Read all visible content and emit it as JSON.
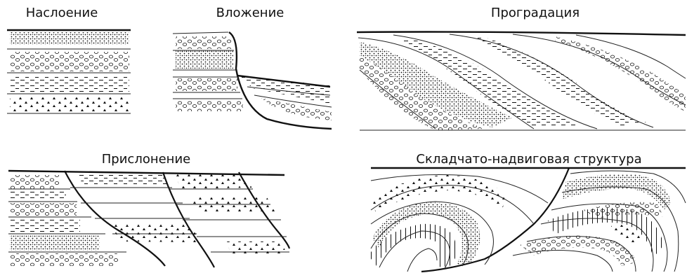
{
  "titles": {
    "layering": "Наслоение",
    "nesting": "Вложение",
    "progradation": "Проградация",
    "onlap": "Прислонение",
    "fold_thrust": "Складчато-надвиговая структура"
  },
  "colors": {
    "line": "#111111",
    "background": "#ffffff"
  },
  "legend_symbols": [
    "stipple-sand",
    "circle-gravel",
    "dash-clay",
    "triangle-breccia",
    "ladder-bed"
  ]
}
